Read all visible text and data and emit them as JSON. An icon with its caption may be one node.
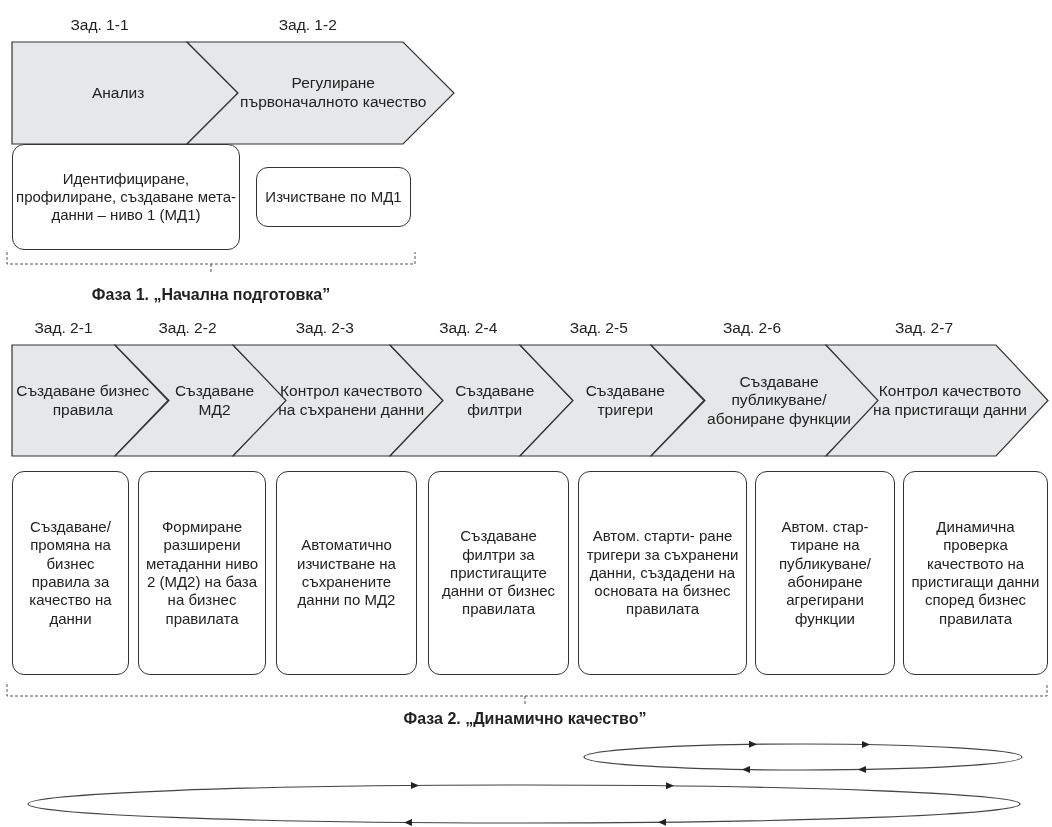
{
  "diagram": {
    "nodes": [
      {
        "text": [
          "Анализ"
        ],
        "beside": [
          "Зад. 1-1"
        ]
      },
      {
        "text": [
          "Регулиране първоначалното качество"
        ],
        "beside": [
          "Зад. 1-2"
        ]
      },
      {
        "text": [
          "Идентифициране, профилиране, създаване мета- данни – ниво 1 (МД1)"
        ]
      },
      {
        "text": [
          "Изчистване по МД1"
        ]
      },
      {
        "text": [
          "Създаване бизнес правила"
        ],
        "beside": [
          "Зад. 2-1"
        ]
      },
      {
        "text": [
          "Създаване МД2"
        ],
        "beside": [
          "Зад. 2-2"
        ]
      },
      {
        "text": [
          "Контрол качеството на съхранени данни"
        ],
        "beside": [
          "Зад. 2-3"
        ]
      },
      {
        "text": [
          "Създаване филтри"
        ],
        "beside": [
          "Зад. 2-4"
        ]
      },
      {
        "text": [
          "Създаване тригери"
        ],
        "beside": [
          "Зад. 2-5"
        ]
      },
      {
        "text": [
          "Създаване публикуване/ абониране функции"
        ],
        "beside": [
          "Зад. 2-6"
        ]
      },
      {
        "text": [
          "Контрол качеството на пристигащи данни"
        ],
        "beside": [
          "Зад. 2-7"
        ]
      },
      {
        "text": [
          "Създаване/ промяна на бизнес правила за качество на данни"
        ]
      },
      {
        "text": [
          "Формиране разширени метаданни ниво 2 (МД2) на база на бизнес правилата"
        ]
      },
      {
        "text": [
          "Автоматично изчистване на съхранените данни по МД2"
        ]
      },
      {
        "text": [
          "Създаване филтри за пристигащите данни от бизнес правилата"
        ]
      },
      {
        "text": [
          "Автом. старти- ране тригери за съхранени данни, създадени на основата на бизнес правилата"
        ]
      },
      {
        "text": [
          "Автом. стар- тиране на публикуване/ абониране агрегирани функции"
        ]
      },
      {
        "text": [
          "Динамична проверка качеството на пристигащи данни според бизнес правилата"
        ]
      }
    ],
    "labels": [
      "Фаза 1. „Начална подготовка”",
      "Фаза 2. „Динамично качество”"
    ]
  }
}
